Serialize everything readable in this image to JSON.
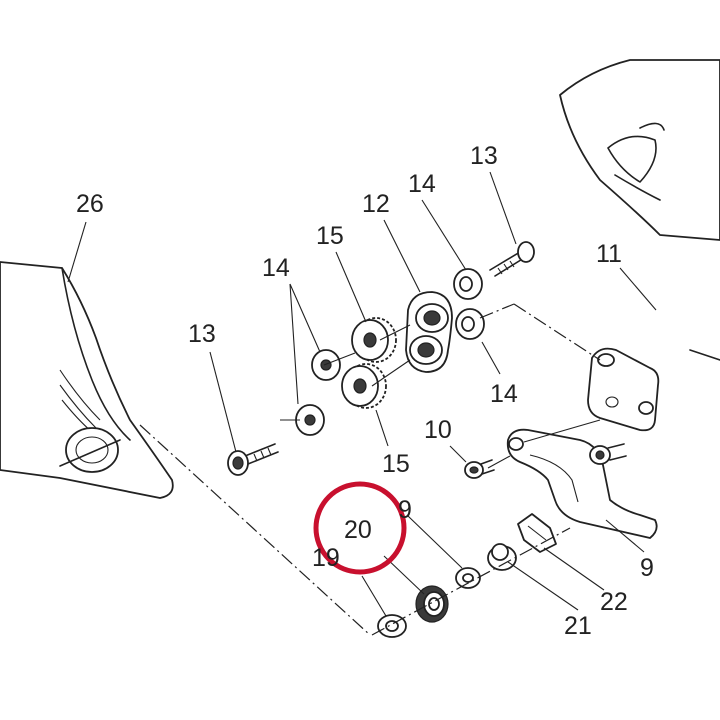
{
  "diagram": {
    "callouts": [
      "26",
      "13",
      "14",
      "12",
      "15",
      "14",
      "13",
      "11",
      "14",
      "10",
      "15",
      "9",
      "20",
      "9",
      "19",
      "22",
      "21"
    ],
    "highlight_color": "#c8102e",
    "line_color": "#222222"
  }
}
